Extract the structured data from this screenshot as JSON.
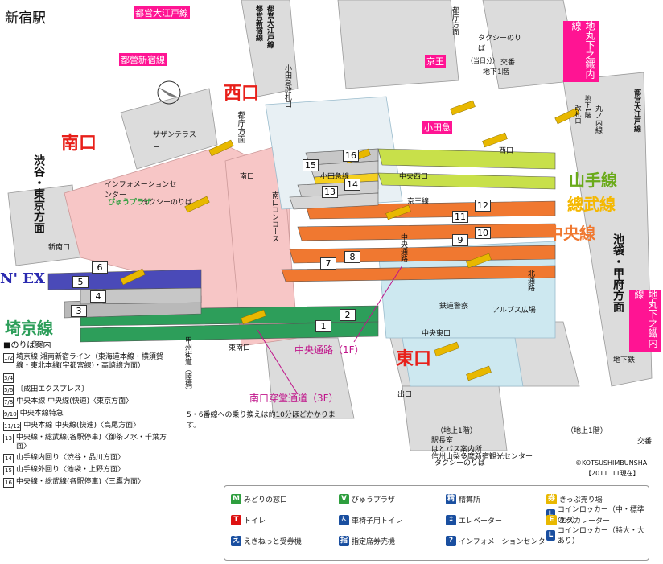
{
  "title": "新宿駅",
  "exits": {
    "west": "西口",
    "south": "南口",
    "east": "東口"
  },
  "lines": {
    "yamanote": "山手線",
    "sobu": "總武線",
    "chuo": "中央線",
    "nex": "N' EX",
    "saikyo": "埼京線"
  },
  "directions": {
    "shibuya_tokyo": "渋谷・東京方面",
    "ikebukuro_kofu": "池袋・甲府方面",
    "tocho": "都庁方面",
    "southern_terrace": "サザンテラス口"
  },
  "subway_tags": {
    "oedo": "都営大江戸線",
    "shinjuku_line": "都營新宿線",
    "marunouchi_1": "地丸下之鐵内線",
    "marunouchi_2": "地丸下之鐵内線",
    "keio": "京王",
    "odakyu": "小田急"
  },
  "platforms": [
    "1",
    "2",
    "3",
    "4",
    "5",
    "6",
    "7",
    "8",
    "9",
    "10",
    "11",
    "12",
    "13",
    "14",
    "15",
    "16"
  ],
  "labels": {
    "chuo_passage": "中央通路（1F）",
    "south_passage": "南口穿堂通道（3F）",
    "keio_line": "京王線",
    "odakyu_line": "小田急線",
    "chuo_west": "中央西口",
    "chuo_east": "中央東口",
    "east_south": "東南口",
    "new_south": "新南口",
    "south_exit": "南口",
    "west_exit": "西口",
    "alps": "アルプス広場",
    "police": "鉄道警察",
    "north_passage": "北通路",
    "koshu": "甲州街道（陸橋）",
    "info_center": "インフォメーションセンター",
    "taxi": "タクシーのりば",
    "taxi2": "タクシーのりば",
    "exit": "出口",
    "subway": "地下鉄",
    "ground": "（地上1階）",
    "transfer_note": "5・6番線への乗り換えは約10分ほどかかります。",
    "station_master": "駅長室",
    "hato_bus": "はとバス案内所",
    "shinshu": "信州山梨多摩新宿観光センター",
    "kotsu": "交番",
    "view_plaza": "びゅうプラザ",
    "copyright": "©KOTSUSHIMBUNSHA",
    "date": "【2011. 11現在】",
    "oedo_vertical": "都営大江戸線",
    "shinjuku_vertical": "都営新宿線",
    "marunouchi_vertical": "丸ノ内線",
    "oedo_right": "都営大江戸線",
    "taxi_top": "タクシーのりば",
    "day_ticket": "（当日分）",
    "underground1": "地下1階",
    "tocho_dir": "都庁方面",
    "chika_1kai": "地下1階",
    "kaisatsu": "改札口",
    "odakyu_kaisatsu": "小田急改札口",
    "south_concourse": "南口コンコース",
    "chuo_tsuro": "中央通路"
  },
  "guide": {
    "title": "■のりば案内",
    "rows": [
      {
        "num": "1/2",
        "text": "埼京線 湘南新宿ライン（東海道本線・横須賀線・東北本線(宇都宮線)・高崎線方面）"
      },
      {
        "num": "3/4",
        "text": ""
      },
      {
        "num": "5/6",
        "text": "〔成田エクスプレス〕"
      },
      {
        "num": "7/8",
        "text": "中央本線 中央線(快速)〈東京方面〉"
      },
      {
        "num": "9/10",
        "text": "中央本線特急"
      },
      {
        "num": "11/12",
        "text": "中央本線 中央線(快速)〈高尾方面〉"
      },
      {
        "num": "13",
        "text": "中央線・総武線(各駅停車)〈御茶ノ水・千葉方面〉"
      },
      {
        "num": "14",
        "text": "山手線内回り〈渋谷・品川方面〉"
      },
      {
        "num": "15",
        "text": "山手線外回り〈池袋・上野方面〉"
      },
      {
        "num": "16",
        "text": "中央線・総武線(各駅停車)〈三鷹方面〉"
      }
    ]
  },
  "legend": [
    {
      "label": "みどりの窓口",
      "icon": "green-window-icon",
      "color": "#2e9e3e",
      "glyph": "M"
    },
    {
      "label": "びゅうプラザ",
      "icon": "view-plaza-icon",
      "color": "#2e9e3e",
      "glyph": "V"
    },
    {
      "label": "精算所",
      "icon": "fare-adjust-icon",
      "color": "#1a4fa0",
      "glyph": "精"
    },
    {
      "label": "きっぷ売り場",
      "icon": "ticket-icon",
      "color": "#e8b800",
      "glyph": "券"
    },
    {
      "label": "コインロッカー（中・標準のみ）",
      "icon": "locker-icon",
      "color": "#1a4fa0",
      "glyph": "L"
    },
    {
      "label": "トイレ",
      "icon": "toilet-icon",
      "color": "#d11",
      "glyph": "T"
    },
    {
      "label": "車椅子用トイレ",
      "icon": "wheelchair-icon",
      "color": "#1a4fa0",
      "glyph": "♿"
    },
    {
      "label": "エレベーター",
      "icon": "elevator-icon",
      "color": "#1a4fa0",
      "glyph": "↕"
    },
    {
      "label": "エスカレーター",
      "icon": "escalator-icon",
      "color": "#e8b800",
      "glyph": "E"
    },
    {
      "label": "コインロッカー（特大・大あり）",
      "icon": "large-locker-icon",
      "color": "#1a4fa0",
      "glyph": "L"
    },
    {
      "label": "えきねっと受券機",
      "icon": "ekinet-icon",
      "color": "#1a4fa0",
      "glyph": "え"
    },
    {
      "label": "指定席券売機",
      "icon": "reserved-icon",
      "color": "#1a4fa0",
      "glyph": "指"
    },
    {
      "label": "インフォメーションセンター",
      "icon": "info-icon",
      "color": "#1a4fa0",
      "glyph": "?"
    }
  ],
  "colors": {
    "yamanote": "#c8e04a",
    "chuo": "#f07830",
    "sobu": "#f5d020",
    "saikyo": "#2d9e5a",
    "nex": "#4a4ab8",
    "concourse_pink": "#f7c6c6",
    "concourse_blue": "#cde8f0",
    "building": "#dcdcdc",
    "exit_red": "#e8201a"
  }
}
